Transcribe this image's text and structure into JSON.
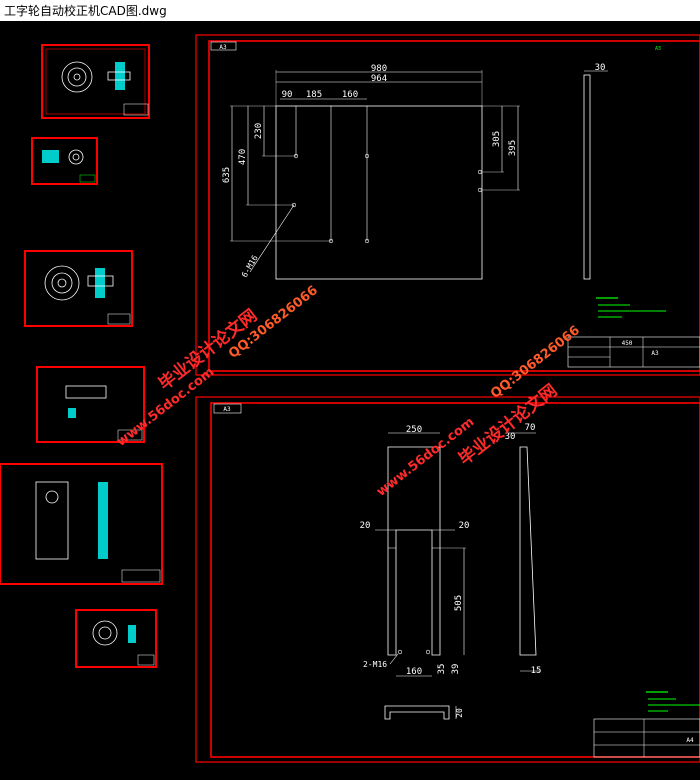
{
  "window": {
    "title": "工字轮自动校正机CAD图.dwg"
  },
  "sheet_top": {
    "size_label": "A3",
    "dimensions": {
      "overall_width": "980",
      "inner_width": "964",
      "width_30": "30",
      "d_90": "90",
      "d_185": "185",
      "d_160": "160",
      "d_230": "230",
      "d_470": "470",
      "d_635": "635",
      "d_305": "305",
      "d_395": "395",
      "thread_note": "6-M16"
    },
    "title_block": {
      "scale": "450",
      "sheet": "A3"
    }
  },
  "sheet_bottom": {
    "size_label": "A3",
    "dimensions": {
      "d_250": "250",
      "d_30": "30",
      "d_70": "70",
      "d_20_left": "20",
      "d_20_right": "20",
      "d_505": "505",
      "d_160": "160",
      "d_35": "35",
      "d_39": "39",
      "d_15": "15",
      "d_20_side": "20",
      "thread_note": "2-M16"
    },
    "title_block": {
      "sheet": "A4"
    }
  },
  "watermarks": {
    "site": "www.56doc.com",
    "name": "毕业设计论文网",
    "qq": "QQ:306826066"
  },
  "colors": {
    "background": "#000000",
    "frame": "#ff0000",
    "geometry": "#ffffff",
    "notes": "#00ff00",
    "solid": "#00ffff"
  }
}
